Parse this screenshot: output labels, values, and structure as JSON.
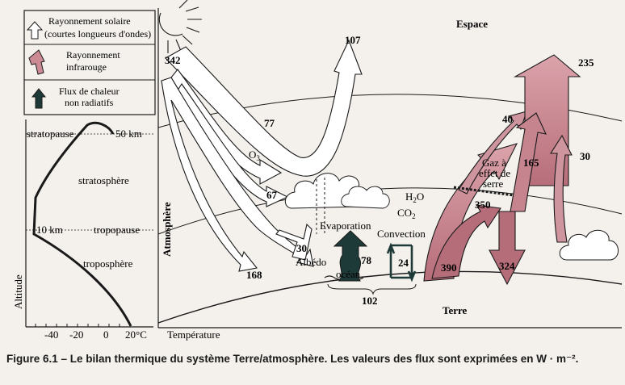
{
  "legend": {
    "solar_line1": "Rayonnement solaire",
    "solar_line2": "(courtes longueurs d'ondes)",
    "ir_line1": "Rayonnement",
    "ir_line2": "infrarouge",
    "heat_line1": "Flux de chaleur",
    "heat_line2": "non radiatifs"
  },
  "profile": {
    "stratopause": "stratopause",
    "km50": "50 km",
    "stratosphere": "stratosphère",
    "km10": "10 km",
    "tropopause": "tropopause",
    "troposphere": "troposphère",
    "altitude": "Altitude",
    "ticks": [
      "-40",
      "-20",
      "0",
      "20°C"
    ],
    "temperature": "Température"
  },
  "labels": {
    "espace": "Espace",
    "terre": "Terre",
    "atmosphere": "Atmosphère",
    "o3": "O",
    "o3_sub": "3",
    "evaporation": "Evaporation",
    "convection": "Convection",
    "h2o": "H",
    "h2o_sub": "2",
    "h2o_end": "O",
    "co2": "CO",
    "co2_sub": "2",
    "albedo": "Albédo",
    "ocean": "océan",
    "gaz1": "Gaz à",
    "gaz2": "effet de",
    "gaz3": "serre"
  },
  "flux": {
    "incoming": "342",
    "reflected_total": "107",
    "reflected_atm": "77",
    "absorbed_atm": "67",
    "surface_reflect": "30",
    "surface_absorbed": "168",
    "latent": "78",
    "sensible": "24",
    "non_radiative_total": "102",
    "surface_ir": "390",
    "window": "40",
    "outgoing_ir": "235",
    "atm_ir": "165",
    "cloud_ir": "30",
    "greenhouse": "350",
    "back_radiation": "324"
  },
  "caption": "Figure 6.1 – Le bilan thermique du système Terre/atmosphère. Les valeurs des flux sont exprimées en W · m⁻²."
}
